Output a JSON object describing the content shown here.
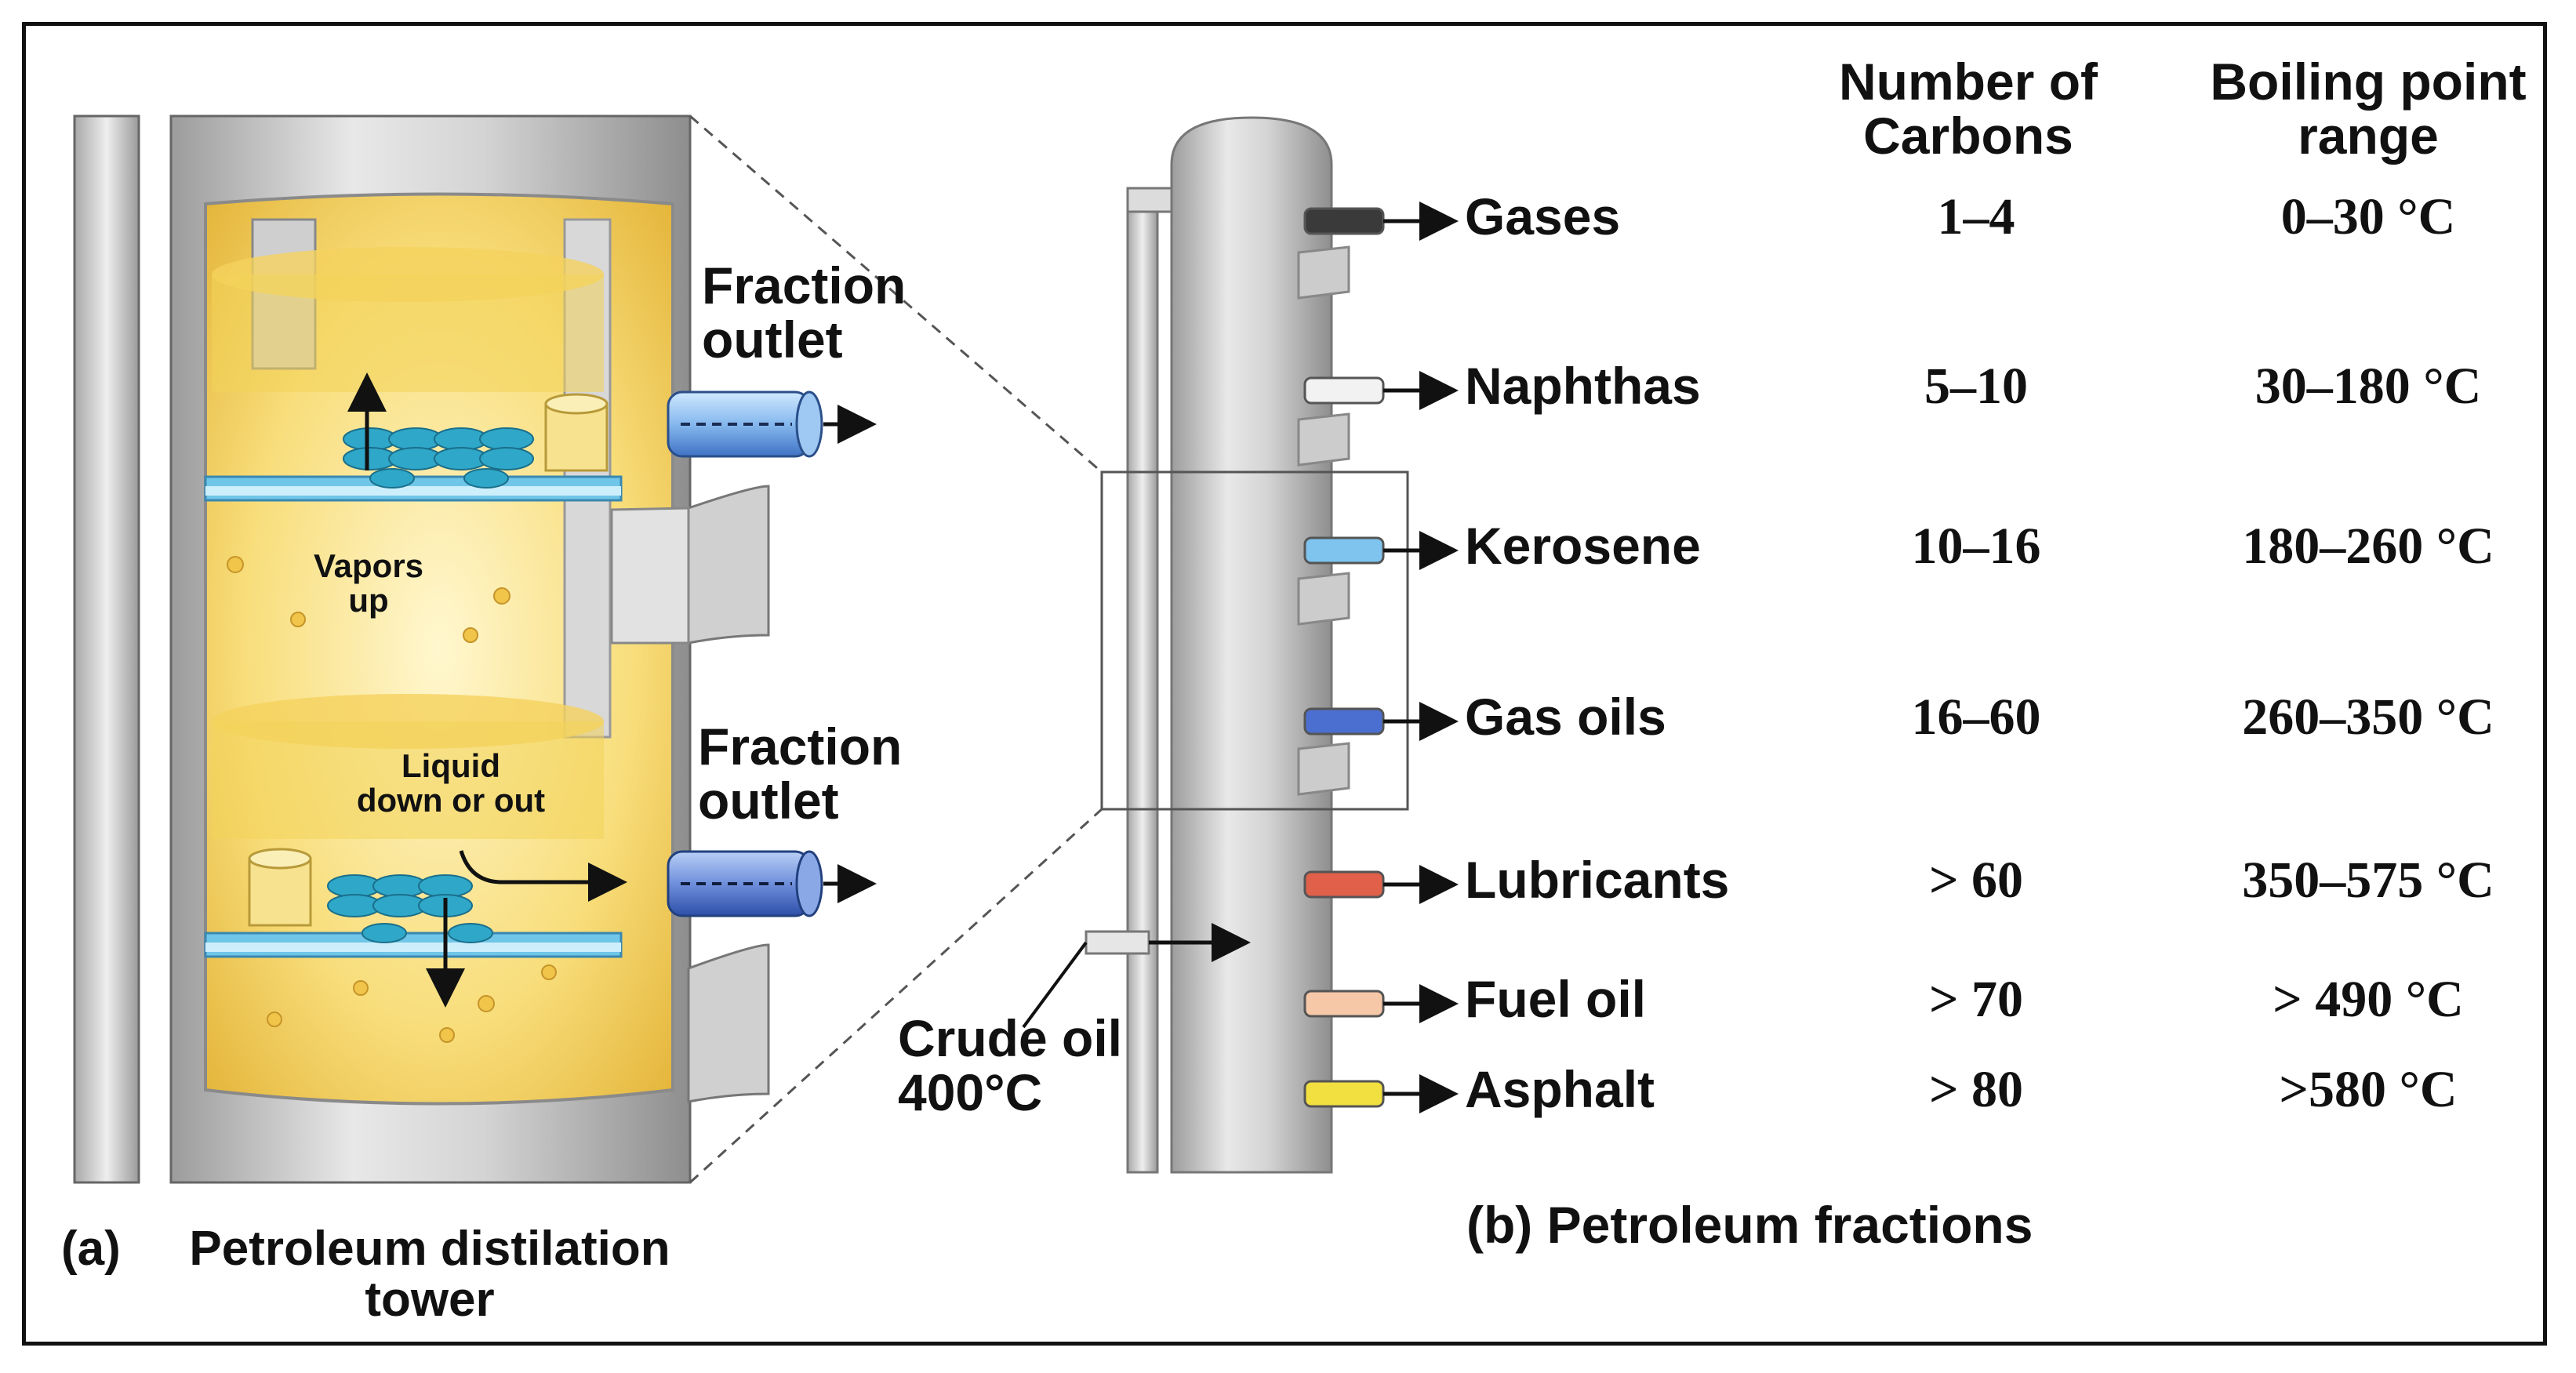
{
  "panel_a": {
    "label": "(a)",
    "title_line1": "Petroleum  distilation",
    "title_line2": "tower",
    "fraction_outlet_upper": [
      "Fraction",
      "outlet"
    ],
    "fraction_outlet_lower": [
      "Fraction",
      "outlet"
    ],
    "vapors_up": [
      "Vapors",
      "up"
    ],
    "liquid_down": [
      "Liquid",
      "down or out"
    ]
  },
  "panel_b": {
    "title": "(b) Petroleum fractions",
    "header_carbons": [
      "Number of",
      "Carbons"
    ],
    "header_boiling": [
      "Boiling point",
      "range"
    ],
    "crude_oil": [
      "Crude oil",
      "400°C"
    ],
    "fractions": [
      {
        "name": "Gases",
        "carbons": "1–4",
        "boiling": "0–30 °C",
        "color": "#3a3a3a"
      },
      {
        "name": "Naphthas",
        "carbons": "5–10",
        "boiling": "30–180 °C",
        "color": "#f2f2f2"
      },
      {
        "name": "Kerosene",
        "carbons": "10–16",
        "boiling": "180–260 °C",
        "color": "#7ec4ee"
      },
      {
        "name": "Gas oils",
        "carbons": "16–60",
        "boiling": "260–350 °C",
        "color": "#4a6fd0"
      },
      {
        "name": "Lubricants",
        "carbons": "> 60",
        "boiling": "350–575 °C",
        "color": "#e0604a"
      },
      {
        "name": "Fuel oil",
        "carbons": "> 70",
        "boiling": "> 490 °C",
        "color": "#f6c8a8"
      },
      {
        "name": "Asphalt",
        "carbons": "> 80",
        "boiling": ">580 °C",
        "color": "#f2e040"
      }
    ]
  }
}
